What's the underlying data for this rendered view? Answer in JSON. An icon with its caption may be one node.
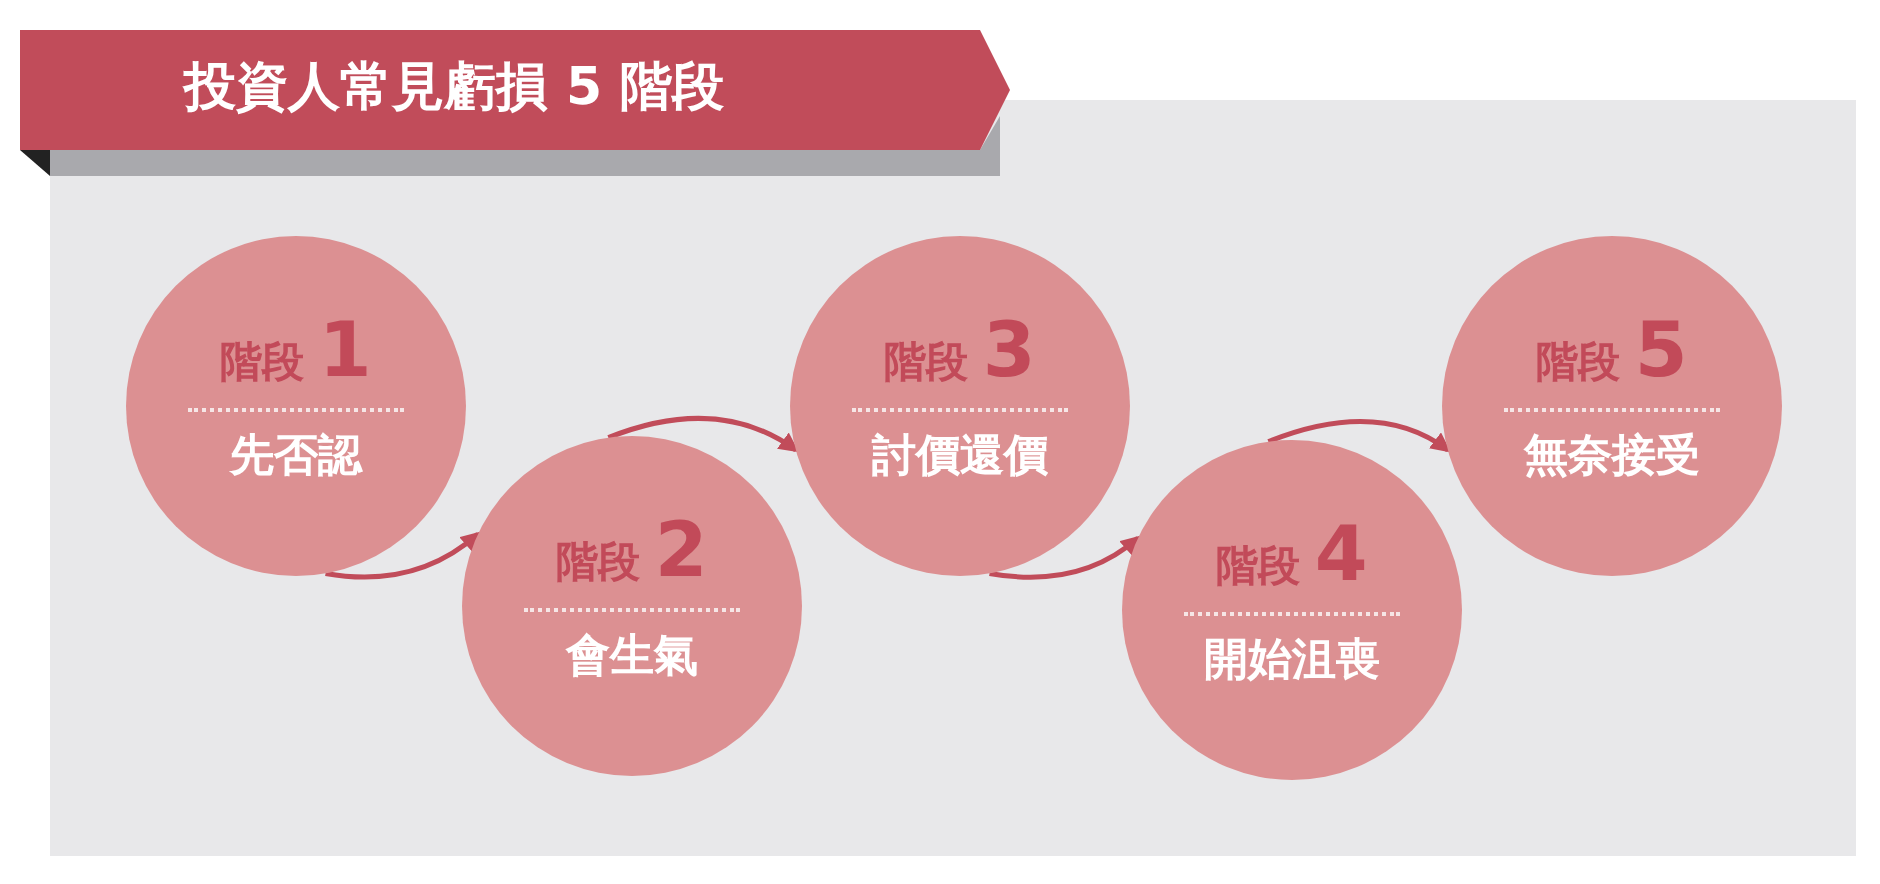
{
  "diagram": {
    "title": "投資人常見虧損 5 階段",
    "nodes": [
      {
        "text": [
          "階段 1",
          "先否認"
        ]
      },
      {
        "text": [
          "階段 2",
          "會生氣"
        ]
      },
      {
        "text": [
          "階段 3",
          "討價還價"
        ]
      },
      {
        "text": [
          "階段 4",
          "開始沮喪"
        ]
      },
      {
        "text": [
          "階段 5",
          "無奈接受"
        ]
      }
    ],
    "edges": [
      {
        "from": 0,
        "to": 1,
        "arrow": "to"
      },
      {
        "from": 1,
        "to": 2,
        "arrow": "to"
      },
      {
        "from": 2,
        "to": 3,
        "arrow": "to"
      },
      {
        "from": 3,
        "to": 4,
        "arrow": "to"
      }
    ]
  }
}
